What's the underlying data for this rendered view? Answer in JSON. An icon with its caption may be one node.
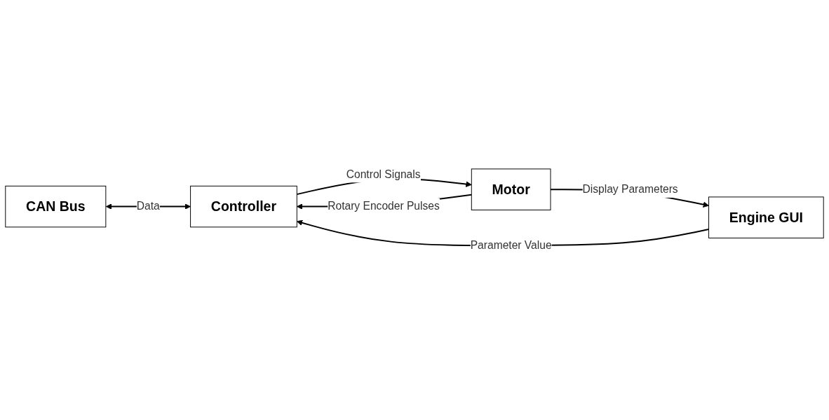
{
  "diagram": {
    "nodes": [
      {
        "text": [
          "CAN Bus"
        ]
      },
      {
        "text": [
          "Engine GUI"
        ]
      },
      {
        "text": [
          "Controller"
        ]
      },
      {
        "text": [
          "Motor"
        ]
      }
    ],
    "edges": [
      {
        "from": 0,
        "to": 2,
        "arrow": "both",
        "label": "Data"
      },
      {
        "from": 1,
        "to": 2,
        "arrow": "to",
        "label": "Parameter Value"
      },
      {
        "from": 2,
        "to": 3,
        "arrow": "to",
        "label": "Control Signals"
      },
      {
        "from": 3,
        "to": 2,
        "arrow": "to",
        "label": "Rotary Encoder Pulses"
      },
      {
        "from": 3,
        "to": 1,
        "arrow": "to",
        "label": "Display Parameters"
      }
    ]
  }
}
